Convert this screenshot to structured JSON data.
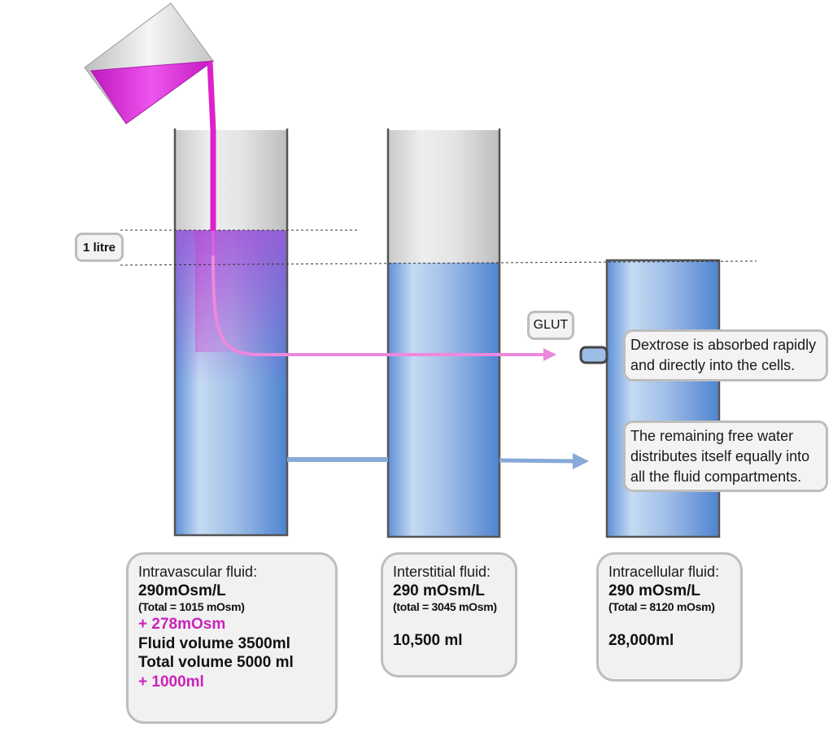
{
  "labels": {
    "litre": "1 litre",
    "glut": "GLUT"
  },
  "notes": {
    "dextrose": "Dextrose is absorbed rapidly and directly into the cells.",
    "free_water": "The remaining free water distributes itself equally into all the fluid compartments."
  },
  "compartments": {
    "intravascular": {
      "title": "Intravascular fluid:",
      "osm": "290mOsm/L",
      "total": "(Total = 1015 mOsm)",
      "added_osm": "+ 278mOsm",
      "fluid_volume": "Fluid volume 3500ml",
      "total_volume": "Total volume 5000 ml",
      "added_volume": "+ 1000ml"
    },
    "interstitial": {
      "title": "Interstitial fluid:",
      "osm": "290 mOsm/L",
      "total": "(total = 3045 mOsm)",
      "volume": "10,500 ml"
    },
    "intracellular": {
      "title": "Intracellular fluid:",
      "osm": "290 mOsm/L",
      "total": "(Total = 8120 mOsm)",
      "volume": "28,000ml"
    }
  },
  "colors": {
    "fluid_blue": "#5b8fd6",
    "dextrose_pink": "#dd22cc",
    "added_fluid_purple": "#9a55d8",
    "arrow_pink": "#ee88dd",
    "arrow_blue": "#88aad8"
  }
}
